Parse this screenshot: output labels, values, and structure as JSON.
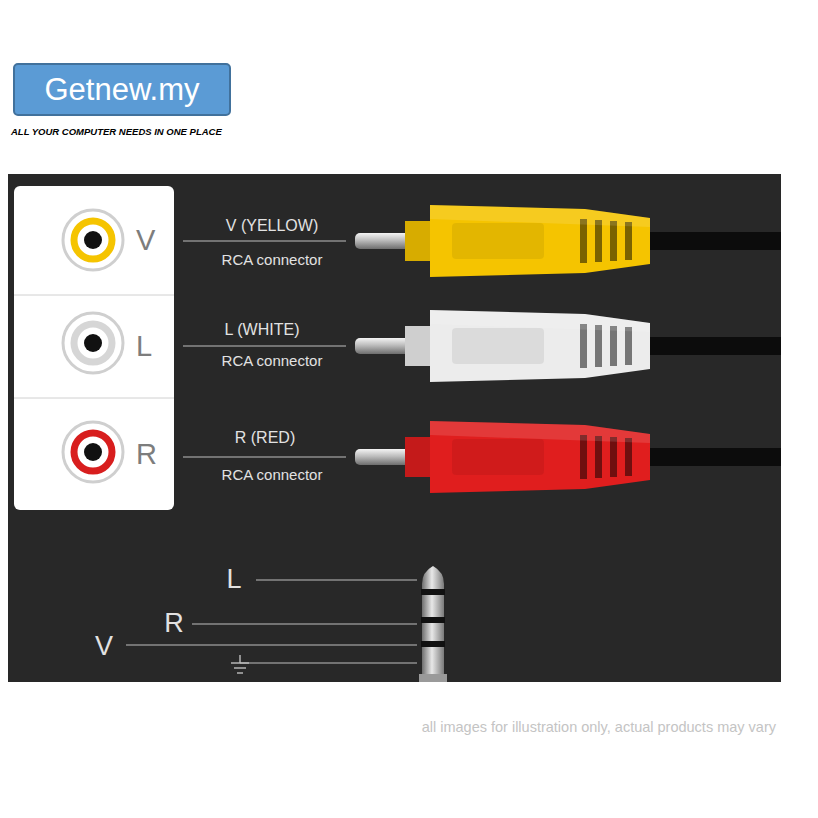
{
  "diagram": {
    "nodes": [
      {
        "text": [
          "Getnew.my"
        ]
      },
      {
        "text": [
          "V"
        ]
      },
      {
        "text": [
          "L"
        ]
      },
      {
        "text": [
          "R"
        ]
      }
    ],
    "labels": [
      "ALL YOUR COMPUTER NEEDS IN ONE PLACE",
      "V (YELLOW)",
      "RCA connector",
      "L (WHITE)",
      "RCA connector",
      "R (RED)",
      "RCA connector",
      "L",
      "R",
      "V",
      "all images for illustration only, actual products may vary"
    ]
  }
}
